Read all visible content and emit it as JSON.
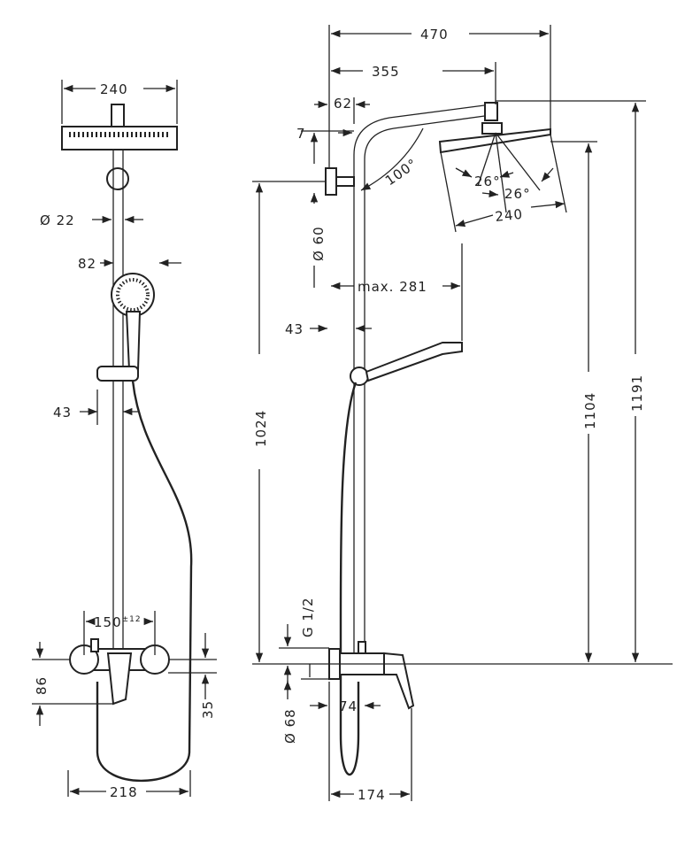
{
  "side_view": {
    "head_width": "240",
    "pipe_diameter": "Ø 22",
    "handshower_offset": "82",
    "holder_offset": "43",
    "mixer_spacing": "150",
    "mixer_spacing_tolerance": "±12",
    "mixer_height": "86",
    "mixer_offset": "35",
    "hose_width": "218"
  },
  "front_view": {
    "total_projection": "470",
    "arm_projection": "355",
    "bracket_offset": "62",
    "bracket_gap": "7",
    "arm_angle": "100°",
    "spray_angle_1": "26°",
    "spray_angle_2": "26°",
    "head_diameter": "240",
    "bracket_diameter": "Ø 60",
    "handshower_reach": "max. 281",
    "pipe_offset": "43",
    "riser_height": "1024",
    "head_height": "1104",
    "total_height": "1191",
    "thread": "G 1/2",
    "mixer_diameter": "Ø 68",
    "mixer_depth": "74",
    "mixer_width": "174"
  }
}
